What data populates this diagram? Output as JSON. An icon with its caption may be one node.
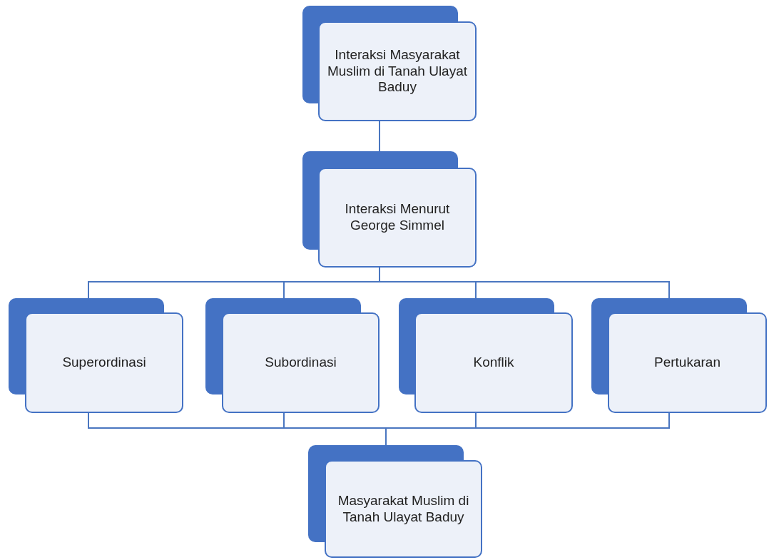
{
  "diagram": {
    "nodes": [
      {
        "text": [
          "Interaksi Masyarakat Muslim di Tanah Ulayat Baduy"
        ]
      },
      {
        "text": [
          "Interaksi Menurut George Simmel"
        ]
      },
      {
        "text": [
          "Superordinasi"
        ]
      },
      {
        "text": [
          "Subordinasi"
        ]
      },
      {
        "text": [
          "Konflik"
        ]
      },
      {
        "text": [
          "Pertukaran"
        ]
      },
      {
        "text": [
          "Masyarakat Muslim di Tanah Ulayat Baduy"
        ]
      }
    ],
    "edges": [
      {
        "from": 0,
        "to": 1,
        "arrow": "none"
      },
      {
        "from": 1,
        "to": 2,
        "arrow": "none"
      },
      {
        "from": 1,
        "to": 3,
        "arrow": "none"
      },
      {
        "from": 1,
        "to": 4,
        "arrow": "none"
      },
      {
        "from": 1,
        "to": 5,
        "arrow": "none"
      },
      {
        "from": 2,
        "to": 6,
        "arrow": "none"
      },
      {
        "from": 3,
        "to": 6,
        "arrow": "none"
      },
      {
        "from": 4,
        "to": 6,
        "arrow": "none"
      },
      {
        "from": 5,
        "to": 6,
        "arrow": "none"
      }
    ]
  }
}
